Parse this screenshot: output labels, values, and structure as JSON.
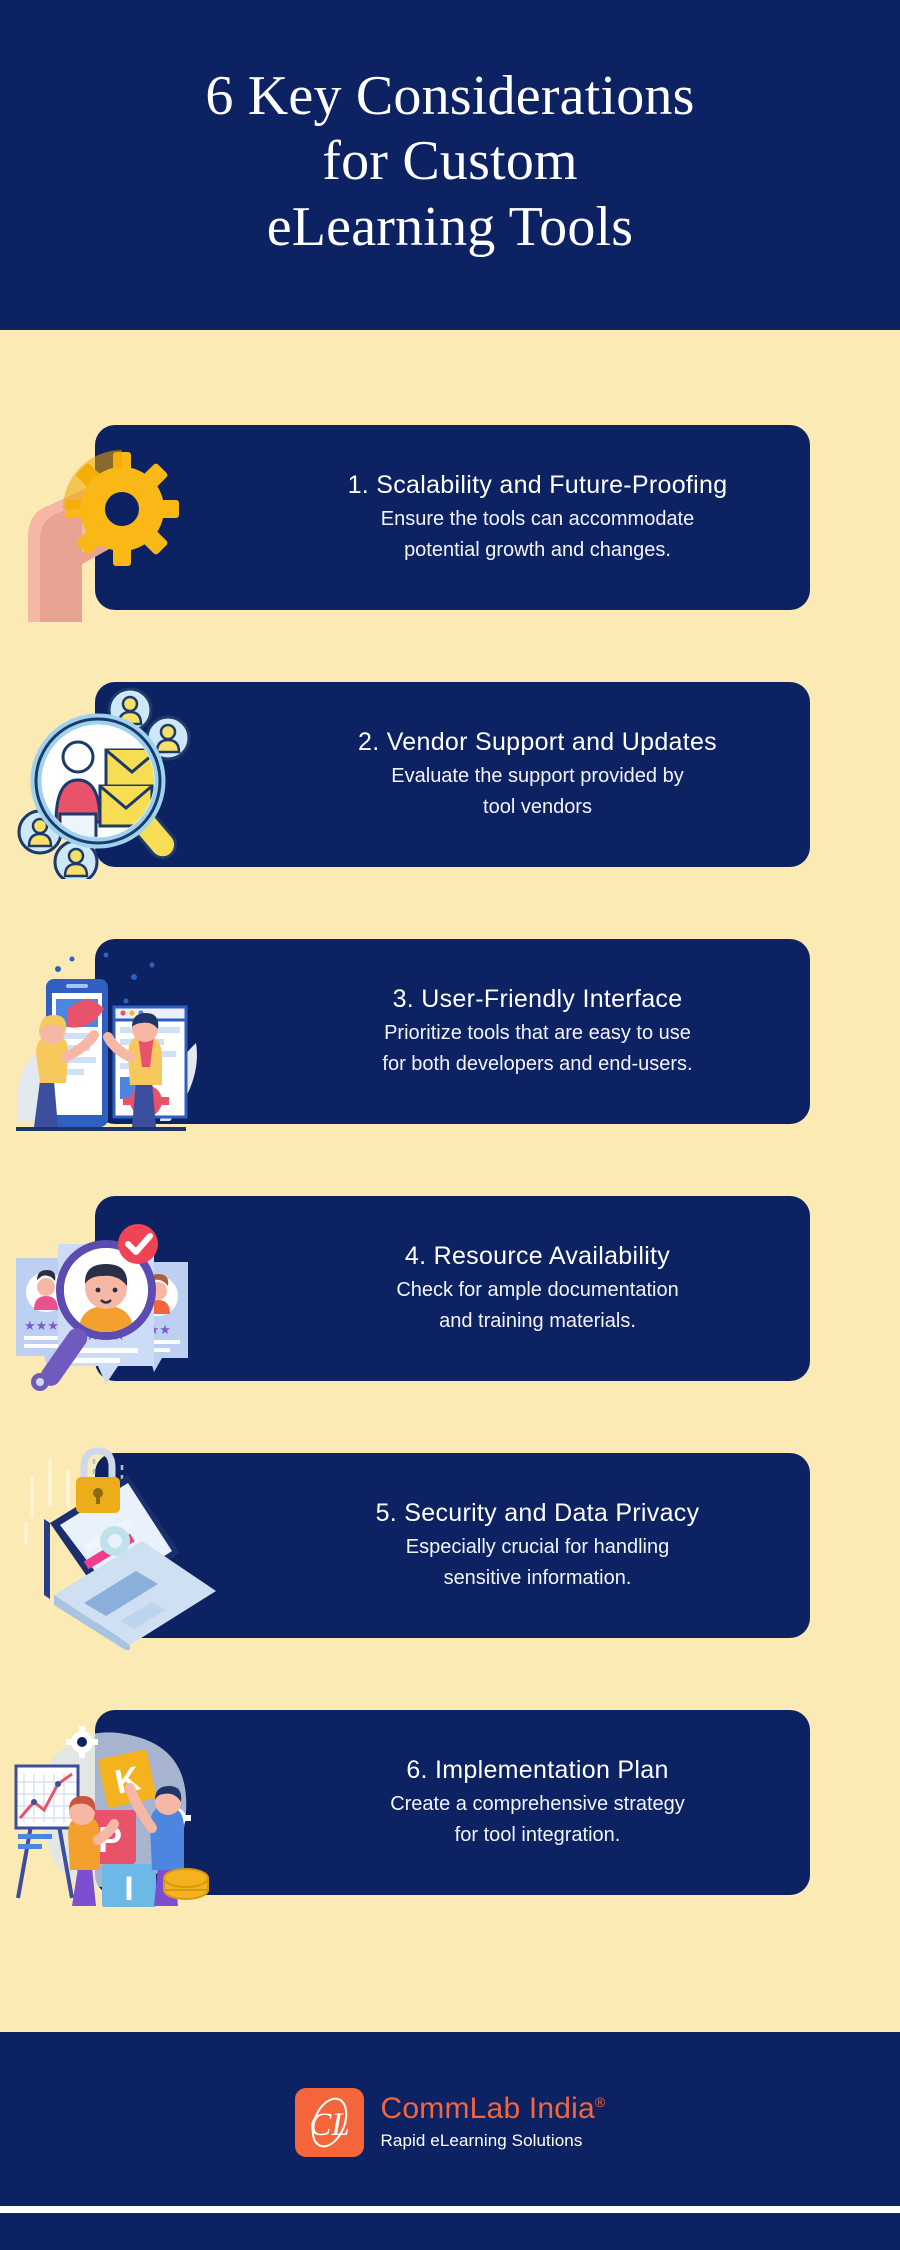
{
  "header": {
    "title_line1": "6 Key Considerations",
    "title_line2": "for Custom",
    "title_line3": "eLearning Tools",
    "background_color": "#0d2263",
    "text_color": "#ffffff"
  },
  "theme": {
    "page_background": "#fbeab3",
    "card_background": "#0d2263",
    "accent_orange": "#f4663a",
    "accent_yellow": "#f9b816",
    "text_on_card": "#ffffff"
  },
  "cards": [
    {
      "number": "1.",
      "title": "1. Scalability and Future-Proofing",
      "desc_line1": "Ensure the tools can accommodate",
      "desc_line2": "potential growth and changes.",
      "icon": "hand-holding-gear-icon"
    },
    {
      "number": "2.",
      "title": "2. Vendor Support and Updates",
      "desc_line1": "Evaluate the support provided by",
      "desc_line2": "tool vendors",
      "icon": "magnifier-user-network-icon"
    },
    {
      "number": "3.",
      "title": "3. User-Friendly Interface",
      "desc_line1": "Prioritize tools that are easy to use",
      "desc_line2": "for both developers and end-users.",
      "icon": "people-using-app-interface-icon"
    },
    {
      "number": "4.",
      "title": "4. Resource Availability",
      "desc_line1": "Check for ample documentation",
      "desc_line2": "and training materials.",
      "icon": "profile-cards-magnifier-check-icon"
    },
    {
      "number": "5.",
      "title": "5. Security and Data Privacy",
      "desc_line1": "Especially crucial for handling",
      "desc_line2": "sensitive information.",
      "icon": "laptop-padlock-security-icon"
    },
    {
      "number": "6.",
      "title": "6. Implementation Plan",
      "desc_line1": "Create a comprehensive strategy",
      "desc_line2": "for tool integration.",
      "icon": "kpi-blocks-team-chart-icon"
    }
  ],
  "footer": {
    "logo_monogram": "CL",
    "brand_name": "CommLab India",
    "registered_mark": "®",
    "tagline": "Rapid eLearning Solutions",
    "brand_color": "#f4663a",
    "tagline_color": "#ffffff"
  }
}
